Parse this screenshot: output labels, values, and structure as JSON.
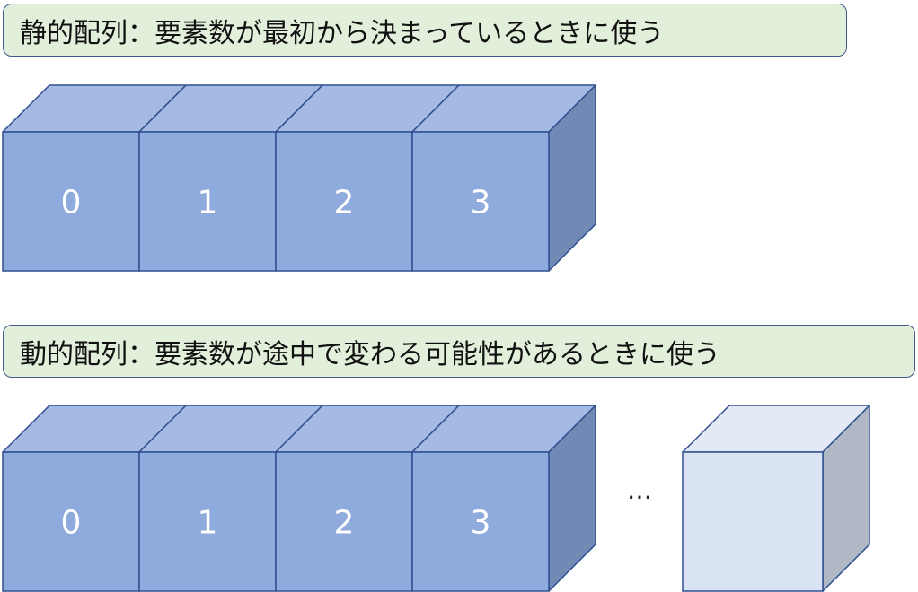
{
  "static_array": {
    "label": "静的配列：要素数が最初から決まっているときに使う",
    "cells": [
      "0",
      "1",
      "2",
      "3"
    ]
  },
  "dynamic_array": {
    "label": "動的配列：要素数が途中で変わる可能性があるときに使う",
    "cells": [
      "0",
      "1",
      "2",
      "3"
    ],
    "ellipsis": "…"
  },
  "colors": {
    "front": "#8faadc",
    "top": "#a4b9e4",
    "side": "#7089b5",
    "stroke": "#2f4f8f",
    "extra_front": "#dae3f3",
    "extra_top": "#e3eaf6",
    "extra_side": "#b0b8c6",
    "label_bg": "#e2efda"
  }
}
